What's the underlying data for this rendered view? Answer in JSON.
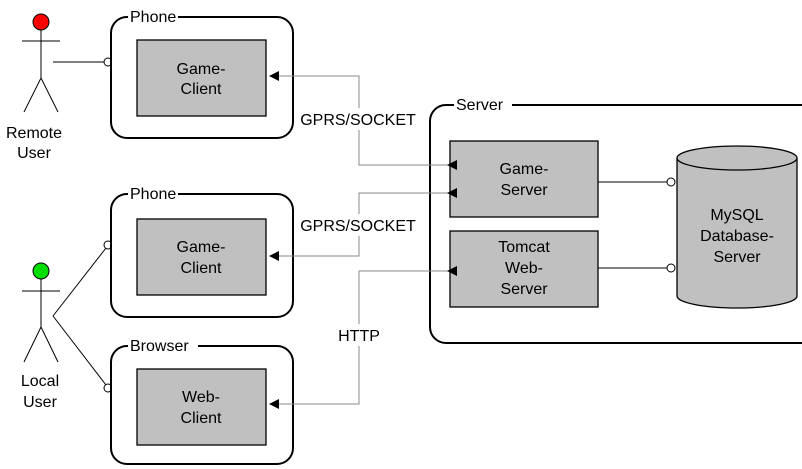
{
  "actors": {
    "remote": {
      "line1": "Remote",
      "line2": "User",
      "head_color": "#ff0000"
    },
    "local": {
      "line1": "Local",
      "line2": "User",
      "head_color": "#00dd00"
    }
  },
  "containers": {
    "phone_top": {
      "title": "Phone"
    },
    "phone_mid": {
      "title": "Phone"
    },
    "browser": {
      "title": "Browser"
    },
    "server": {
      "title": "Server"
    }
  },
  "components": {
    "game_client_top": {
      "line1": "Game-",
      "line2": "Client"
    },
    "game_client_mid": {
      "line1": "Game-",
      "line2": "Client"
    },
    "web_client": {
      "line1": "Web-",
      "line2": "Client"
    },
    "game_server": {
      "line1": "Game-",
      "line2": "Server"
    },
    "tomcat": {
      "line1": "Tomcat",
      "line2": "Web-",
      "line3": "Server"
    },
    "mysql": {
      "line1": "MySQL",
      "line2": "Database-",
      "line3": "Server"
    }
  },
  "connections": {
    "gprs_top": "GPRS/SOCKET",
    "gprs_mid": "GPRS/SOCKET",
    "http": "HTTP"
  }
}
